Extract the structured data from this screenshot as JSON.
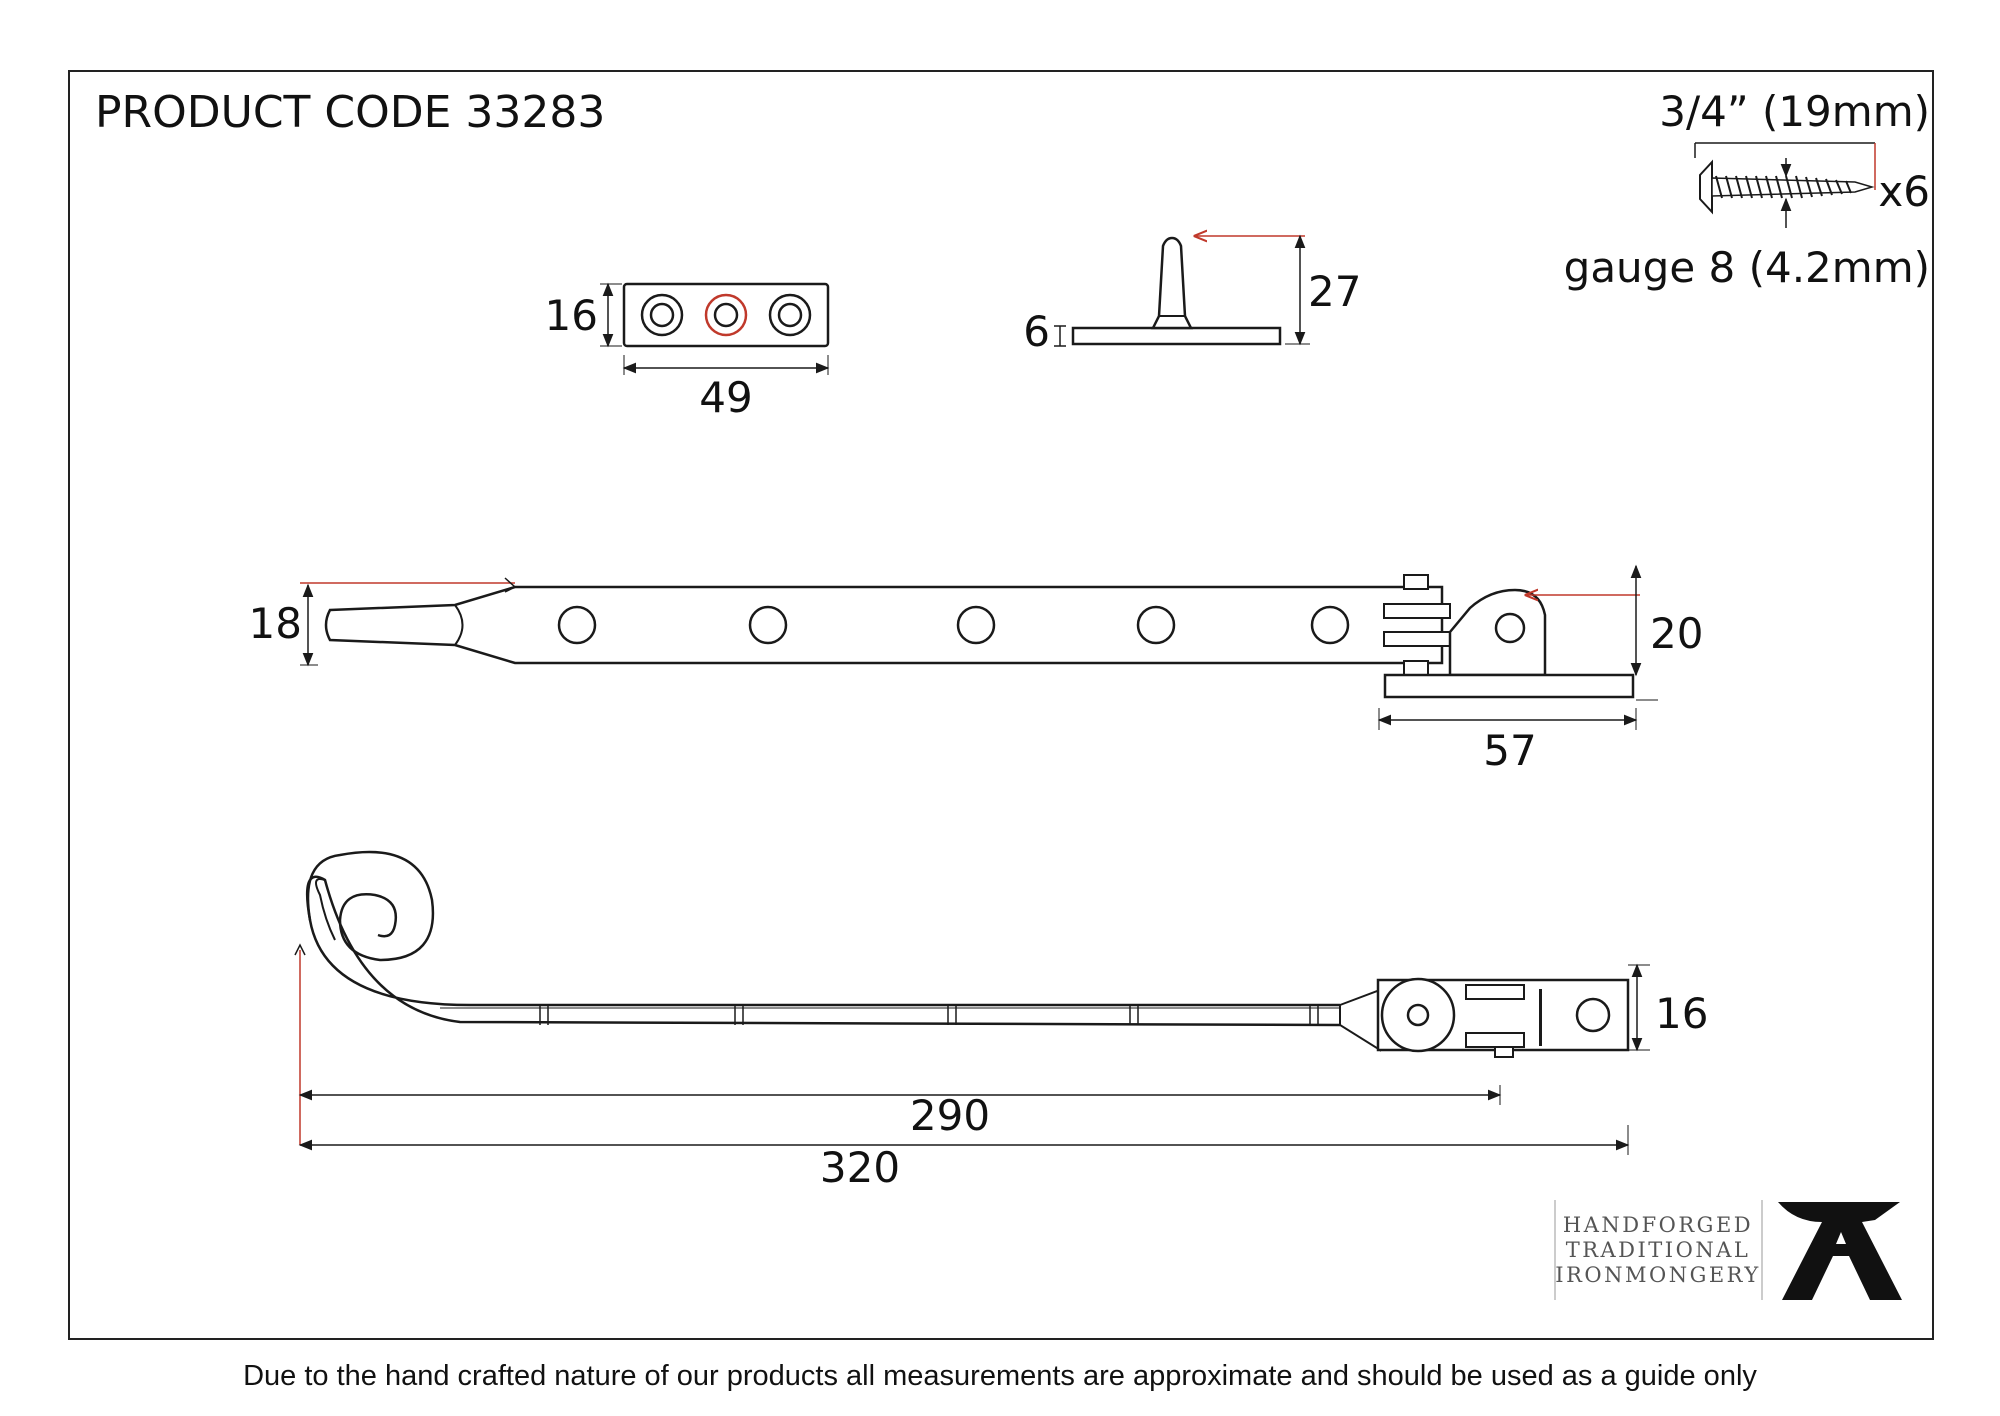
{
  "header": {
    "product_code": "PRODUCT CODE 33283"
  },
  "screw": {
    "length_label": "3/4” (19mm)",
    "quantity_label": "x6",
    "gauge_label": "gauge 8 (4.2mm)"
  },
  "plate_view": {
    "height_label": "16",
    "width_label": "49"
  },
  "pin_view": {
    "height_label": "27",
    "base_label": "6"
  },
  "stay_top_view": {
    "tip_label": "18",
    "bracket_height_label": "20",
    "bracket_width_label": "57"
  },
  "stay_side_view": {
    "bracket_label": "16",
    "inner_length_label": "290",
    "overall_length_label": "320"
  },
  "logo": {
    "line1": "HANDFORGED",
    "line2": "TRADITIONAL",
    "line3": "IRONMONGERY",
    "icon": "anvil-icon"
  },
  "footer": {
    "disclaimer": "Due to the hand crafted nature of our products all measurements are approximate and should be used as a guide only"
  },
  "colors": {
    "line": "#1a1a1a",
    "accent": "#c0392b",
    "logo_grey": "#555555"
  }
}
